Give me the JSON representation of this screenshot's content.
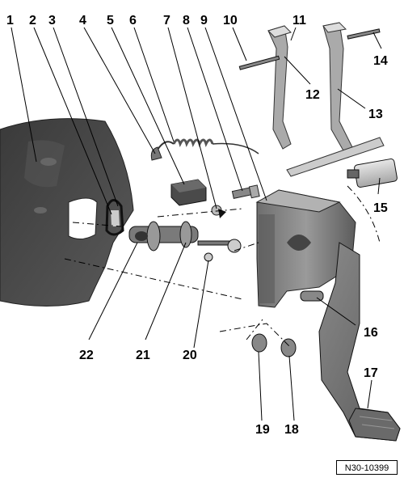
{
  "diagram": {
    "reference_code": "N30-10399",
    "callouts": [
      {
        "id": "1",
        "label": "1"
      },
      {
        "id": "2",
        "label": "2"
      },
      {
        "id": "3",
        "label": "3"
      },
      {
        "id": "4",
        "label": "4"
      },
      {
        "id": "5",
        "label": "5"
      },
      {
        "id": "6",
        "label": "6"
      },
      {
        "id": "7",
        "label": "7"
      },
      {
        "id": "8",
        "label": "8"
      },
      {
        "id": "9",
        "label": "9"
      },
      {
        "id": "10",
        "label": "10"
      },
      {
        "id": "11",
        "label": "11"
      },
      {
        "id": "12",
        "label": "12"
      },
      {
        "id": "13",
        "label": "13"
      },
      {
        "id": "14",
        "label": "14"
      },
      {
        "id": "15",
        "label": "15"
      },
      {
        "id": "16",
        "label": "16"
      },
      {
        "id": "17",
        "label": "17"
      },
      {
        "id": "18",
        "label": "18"
      },
      {
        "id": "19",
        "label": "19"
      },
      {
        "id": "20",
        "label": "20"
      },
      {
        "id": "21",
        "label": "21"
      },
      {
        "id": "22",
        "label": "22"
      }
    ]
  }
}
